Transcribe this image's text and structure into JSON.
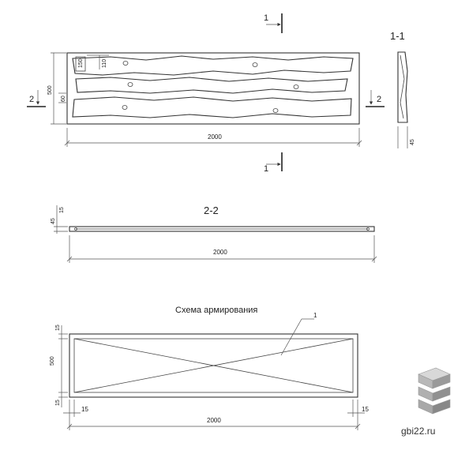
{
  "plan": {
    "section_mark_top": "1",
    "section_mark_bottom": "1",
    "section_mark_left": "2",
    "section_mark_right": "2",
    "dim_height": "500",
    "dim_length": "2000",
    "dim_a": "150",
    "dim_b": "110",
    "dim_c": "60"
  },
  "section_1": {
    "title": "1-1",
    "dim_thickness": "45"
  },
  "section_2": {
    "title": "2-2",
    "dim_a": "45",
    "dim_b": "15",
    "dim_length": "2000"
  },
  "reinforcement": {
    "title": "Схема армирования",
    "callout": "1",
    "dim_height": "500",
    "dim_top": "15",
    "dim_bottom": "15",
    "dim_left": "15",
    "dim_right": "15",
    "dim_length": "2000"
  },
  "watermark": {
    "text": "gbi22.ru"
  }
}
